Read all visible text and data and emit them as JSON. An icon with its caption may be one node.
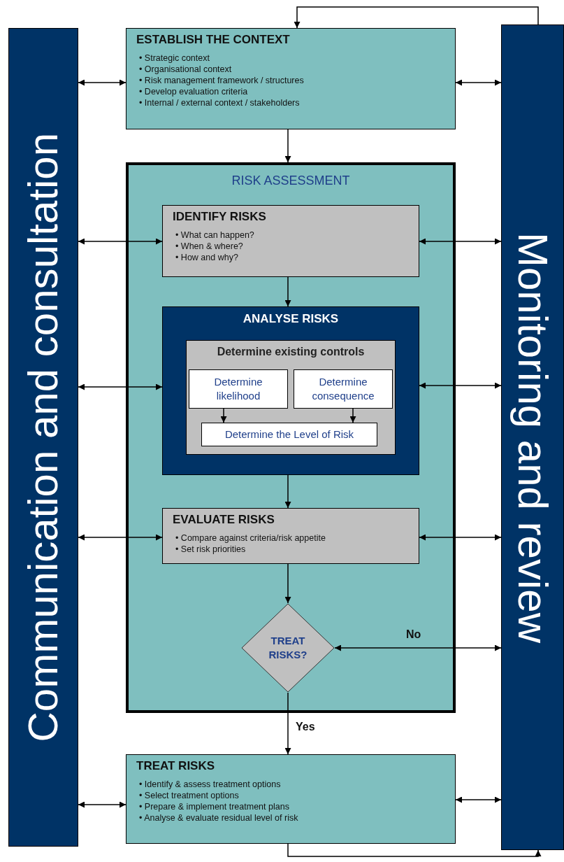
{
  "diagram": {
    "nodes": [
      {
        "text": [
          "Communication and consultation"
        ]
      },
      {
        "text": [
          "Monitoring and review"
        ]
      },
      {
        "text": [
          "ESTABLISH THE CONTEXT",
          "• Strategic context",
          "• Organisational context",
          "• Risk management framework / structures",
          "• Develop evaluation criteria",
          "• Internal / external context / stakeholders"
        ]
      },
      {
        "text": [
          "RISK ASSESSMENT"
        ]
      },
      {
        "text": [
          "IDENTIFY RISKS",
          "• What can happen?",
          "• When & where?",
          "• How and why?"
        ],
        "in": 3
      },
      {
        "text": [
          "ANALYSE RISKS"
        ],
        "in": 3
      },
      {
        "text": [
          "Determine existing controls"
        ],
        "in": 5
      },
      {
        "text": [
          "Determine likelihood"
        ],
        "in": 6
      },
      {
        "text": [
          "Determine consequence"
        ],
        "in": 6
      },
      {
        "text": [
          "Determine the Level of Risk"
        ],
        "in": 6
      },
      {
        "text": [
          "EVALUATE RISKS",
          "• Compare against criteria/risk appetite",
          "• Set risk priorities"
        ],
        "in": 3
      },
      {
        "text": [
          "TREAT RISKS?"
        ],
        "in": 3
      },
      {
        "text": [
          "TREAT RISKS",
          "• Identify & assess treatment options",
          "• Select treatment options",
          "• Prepare & implement treatment plans",
          "• Analyse & evaluate residual level of risk"
        ]
      }
    ],
    "edges": [
      {
        "from": 0,
        "to": 2,
        "arrow": "both"
      },
      {
        "from": 2,
        "to": 1,
        "arrow": "both"
      },
      {
        "from": 2,
        "to": 3,
        "arrow": "to"
      },
      {
        "from": 0,
        "to": 4,
        "arrow": "both"
      },
      {
        "from": 4,
        "to": 1,
        "arrow": "both"
      },
      {
        "from": 4,
        "to": 5,
        "arrow": "to"
      },
      {
        "from": 0,
        "to": 5,
        "arrow": "both"
      },
      {
        "from": 5,
        "to": 1,
        "arrow": "both"
      },
      {
        "from": 7,
        "to": 9,
        "arrow": "to"
      },
      {
        "from": 8,
        "to": 9,
        "arrow": "to"
      },
      {
        "from": 5,
        "to": 10,
        "arrow": "to"
      },
      {
        "from": 0,
        "to": 10,
        "arrow": "both"
      },
      {
        "from": 10,
        "to": 1,
        "arrow": "both"
      },
      {
        "from": 10,
        "to": 11,
        "arrow": "to"
      },
      {
        "from": 11,
        "to": 1,
        "arrow": "both",
        "label": "No"
      },
      {
        "from": 11,
        "to": 12,
        "arrow": "to",
        "label": "Yes"
      },
      {
        "from": 0,
        "to": 12,
        "arrow": "both"
      },
      {
        "from": 12,
        "to": 1,
        "arrow": "both"
      },
      {
        "from": 12,
        "to": 1,
        "arrow": "to"
      },
      {
        "from": 1,
        "to": 2,
        "arrow": "to"
      }
    ]
  }
}
